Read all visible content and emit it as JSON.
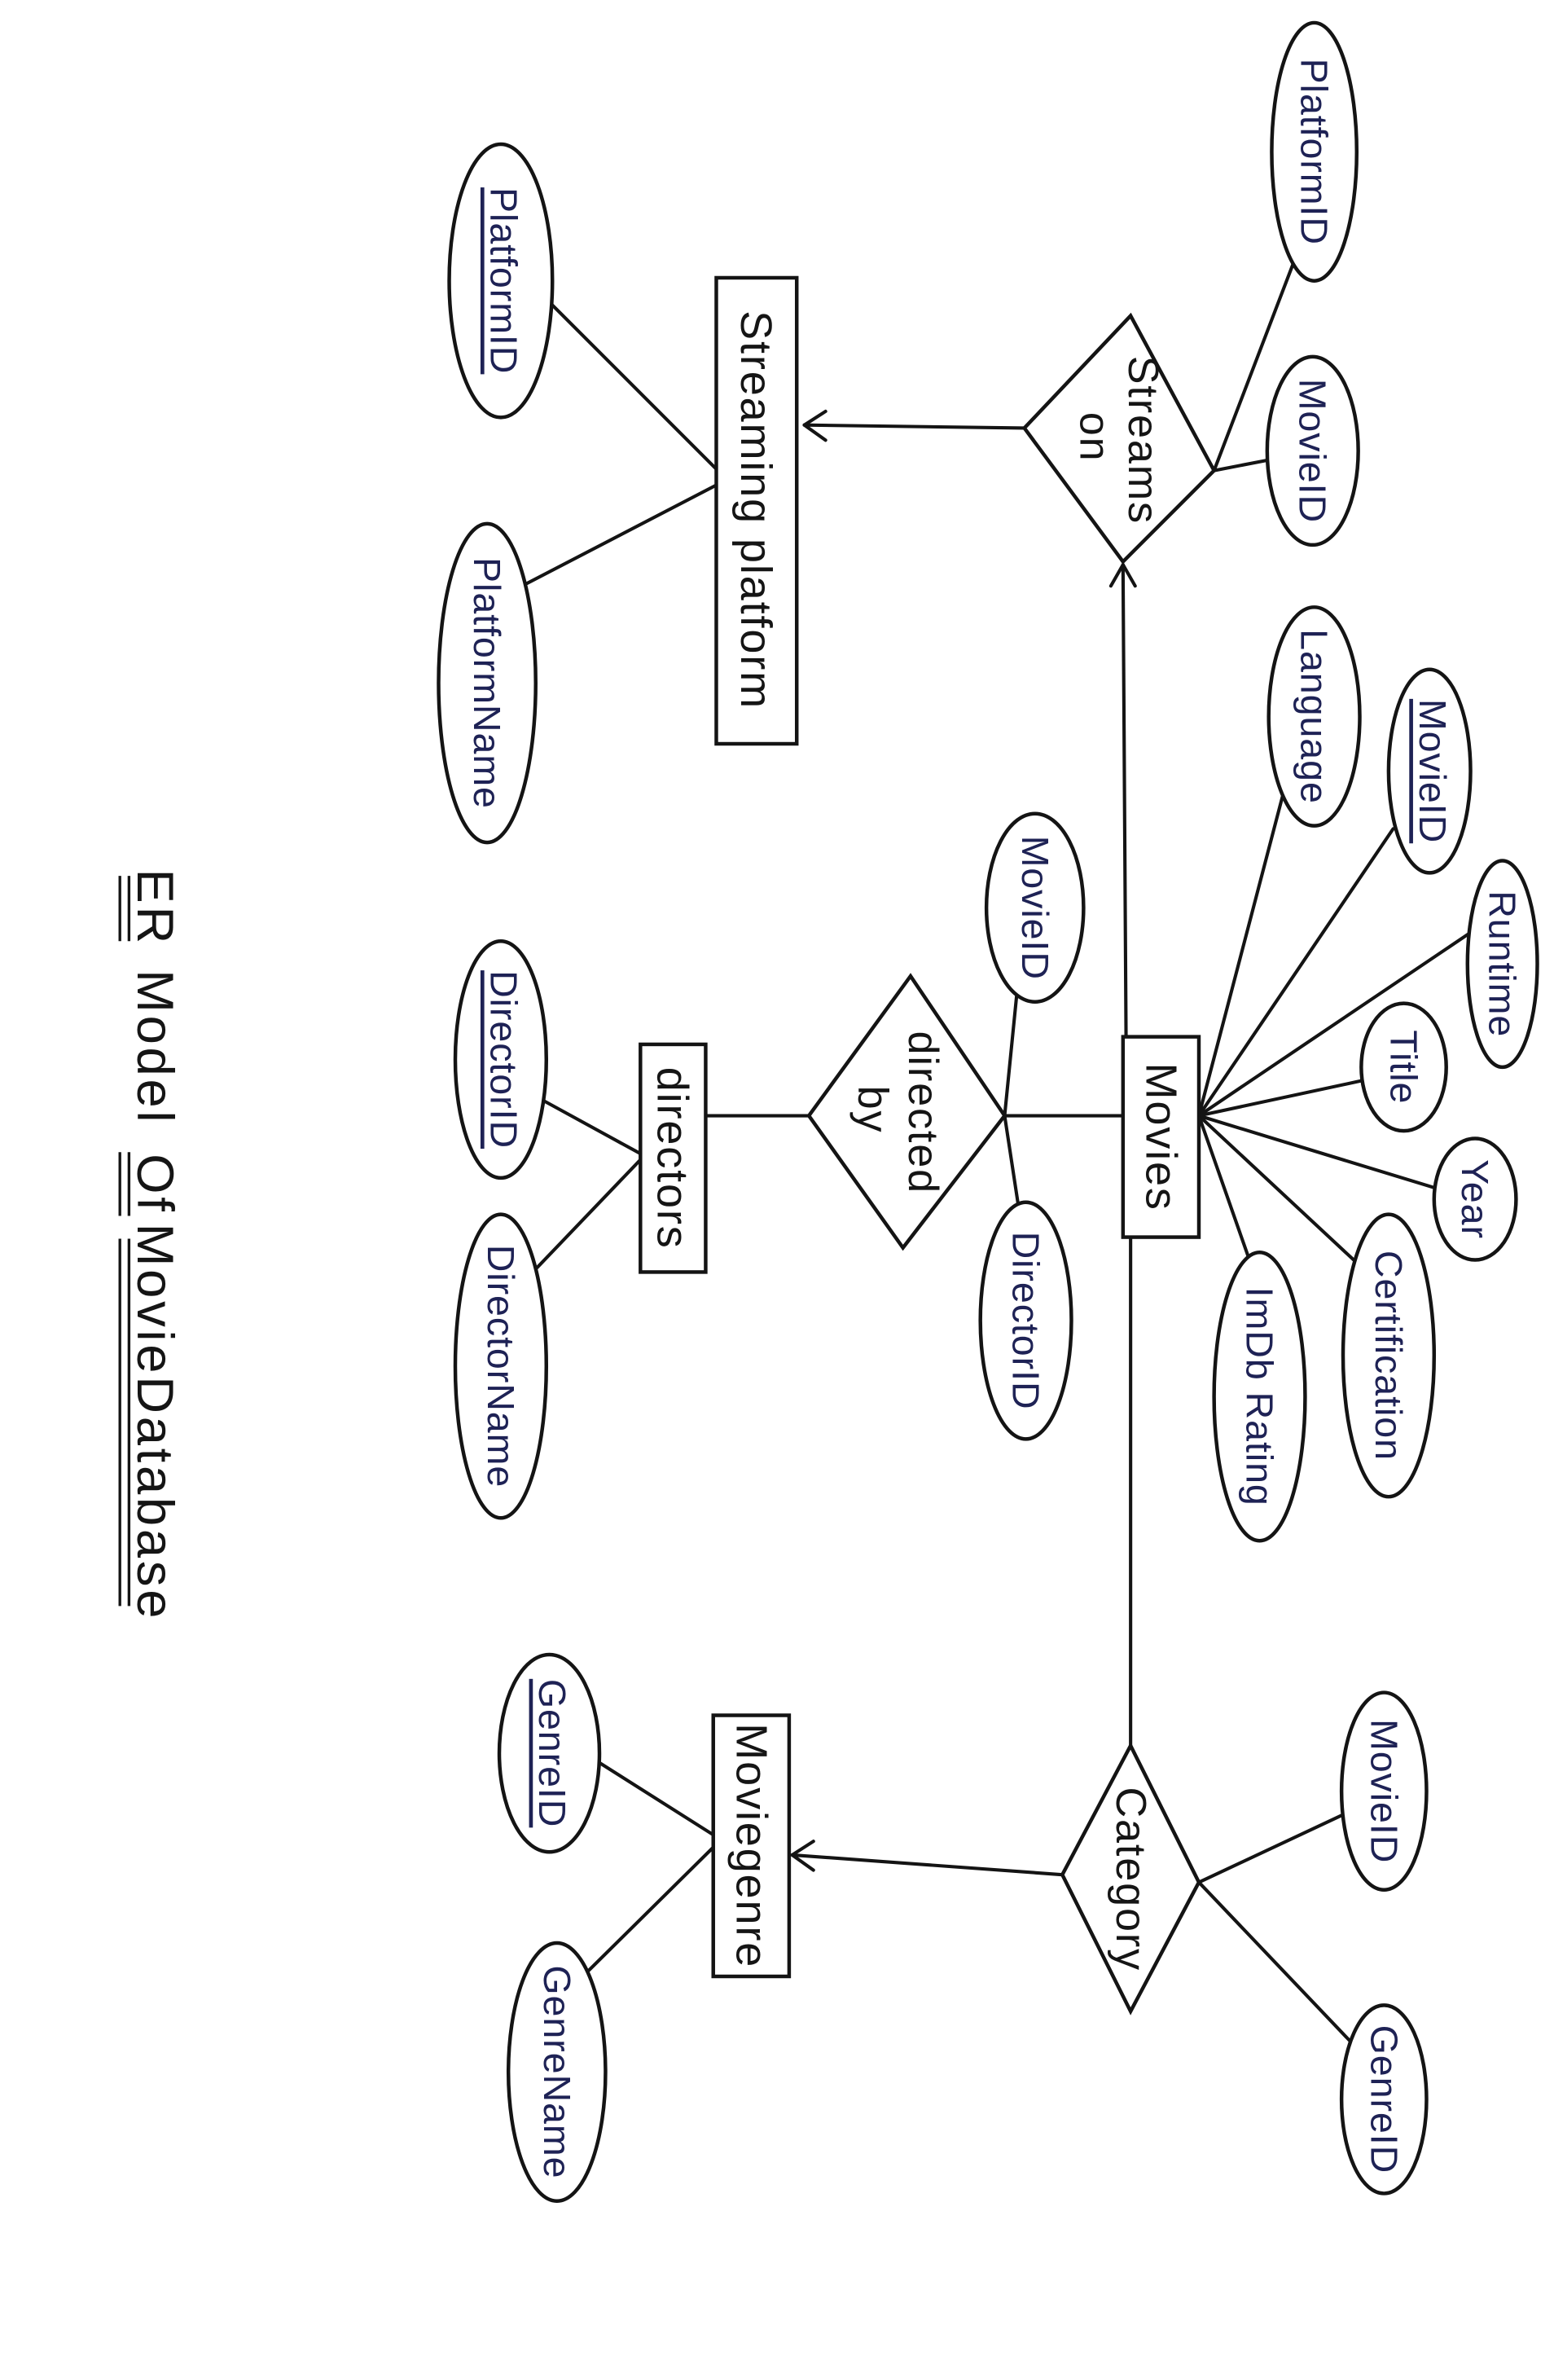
{
  "title": {
    "words": [
      "ER",
      "Model",
      "Of",
      "MovieDatabase"
    ]
  },
  "entities": {
    "streaming_platform": {
      "label": "Streaming platform"
    },
    "movies": {
      "label": "Movies"
    },
    "directors": {
      "label": "directors"
    },
    "moviegenre": {
      "label": "Moviegenre"
    }
  },
  "relationships": {
    "streams_on": {
      "label_lines": [
        "Streams",
        "on"
      ]
    },
    "directed_by": {
      "label_lines": [
        "directed",
        "by"
      ]
    },
    "category": {
      "label_lines": [
        "Category"
      ]
    }
  },
  "attributes": {
    "streaming_platform": [
      {
        "label": "PlatformID",
        "key": true
      },
      {
        "label": "PlatformName",
        "key": false
      }
    ],
    "streams_on": [
      {
        "label": "PlatformID",
        "key": false
      },
      {
        "label": "MovieID",
        "key": false
      }
    ],
    "movies": [
      {
        "label": "Language",
        "key": false
      },
      {
        "label": "MovieID",
        "key": true
      },
      {
        "label": "Runtime",
        "key": false
      },
      {
        "label": "Title",
        "key": false
      },
      {
        "label": "Year",
        "key": false
      },
      {
        "label": "Certification",
        "key": false
      },
      {
        "label": "ImDb Rating",
        "key": false
      }
    ],
    "directed_by": [
      {
        "label": "MovieID",
        "key": false
      },
      {
        "label": "DirectorID",
        "key": false
      }
    ],
    "directors": [
      {
        "label": "DirectorID",
        "key": true
      },
      {
        "label": "DirectorName",
        "key": false
      }
    ],
    "category": [
      {
        "label": "MovieID",
        "key": false
      },
      {
        "label": "GenreID",
        "key": false
      }
    ],
    "moviegenre": [
      {
        "label": "GenreID",
        "key": true
      },
      {
        "label": "GenreName",
        "key": false
      }
    ]
  },
  "colors": {
    "ink": "#1e2255",
    "line": "#141414",
    "background": "#ffffff"
  }
}
